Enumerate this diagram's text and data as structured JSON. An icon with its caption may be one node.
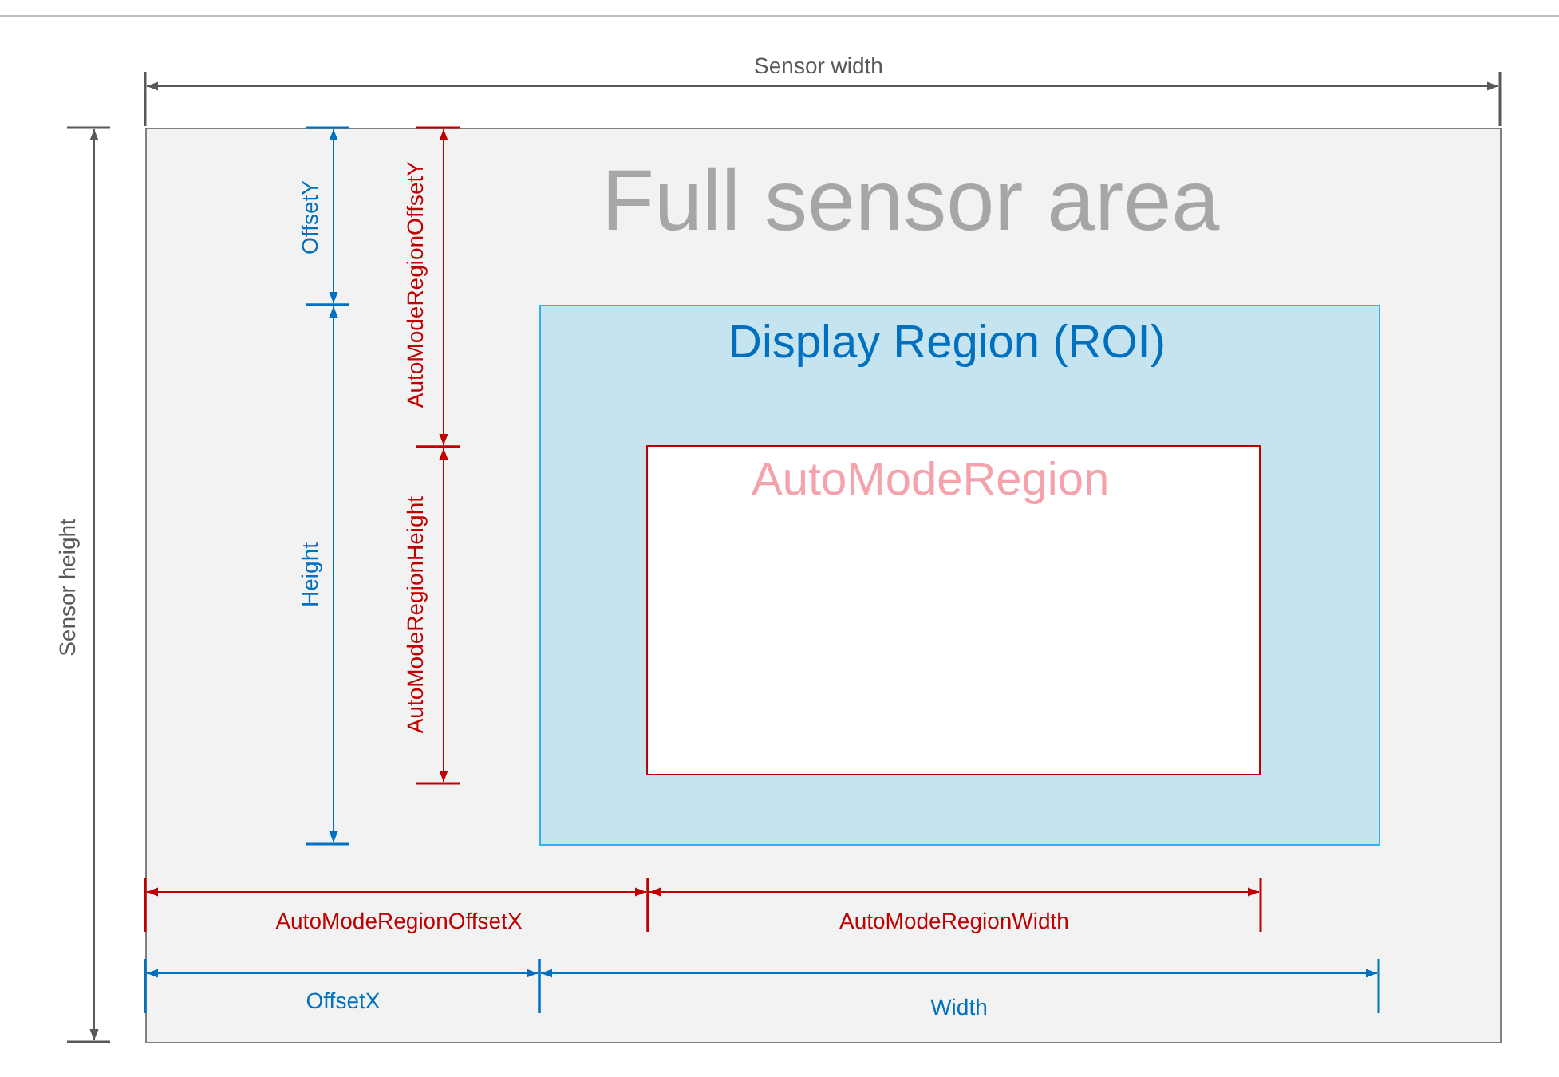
{
  "diagram": {
    "nodes": [
      {
        "text": [
          "Full sensor area"
        ]
      },
      {
        "text": [
          "Display Region (ROI)"
        ],
        "in": 0
      },
      {
        "text": [
          "AutoModeRegion"
        ],
        "in": 1
      }
    ],
    "labels": [
      "Sensor width",
      "Sensor height",
      "OffsetY",
      "AutoModeRegionOffsetY",
      "Height",
      "AutoModeRegionHeight",
      "AutoModeRegionOffsetX",
      "AutoModeRegionWidth",
      "OffsetX",
      "Width"
    ]
  }
}
